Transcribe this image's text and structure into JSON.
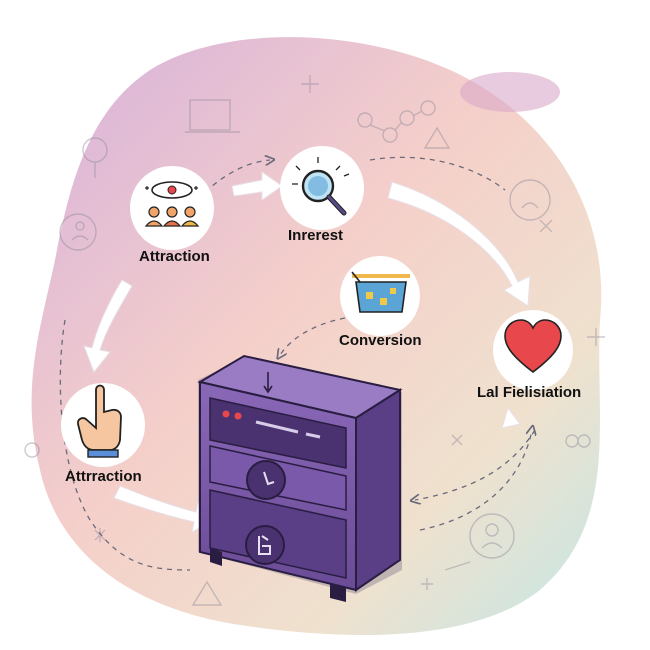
{
  "nodes": {
    "attraction_top": {
      "label": "Attraction",
      "icon": "audience-target-icon"
    },
    "interest": {
      "label": "Inrerest",
      "icon": "magnifier-icon"
    },
    "conversion": {
      "label": "Conversion",
      "icon": "cart-box-icon"
    },
    "loyalty": {
      "label": "Lal Fielisiation",
      "icon": "heart-icon"
    },
    "attraction_bottom": {
      "label": "Attrraction",
      "icon": "pointing-hand-icon"
    }
  },
  "center_device": {
    "icon": "server-device-icon"
  },
  "colors": {
    "device_purple": "#7b5ba6",
    "device_dark": "#3d2a5c",
    "heart_red": "#e8474c",
    "magnifier_blue": "#5aa4d6",
    "arrow_white": "#ffffff"
  }
}
